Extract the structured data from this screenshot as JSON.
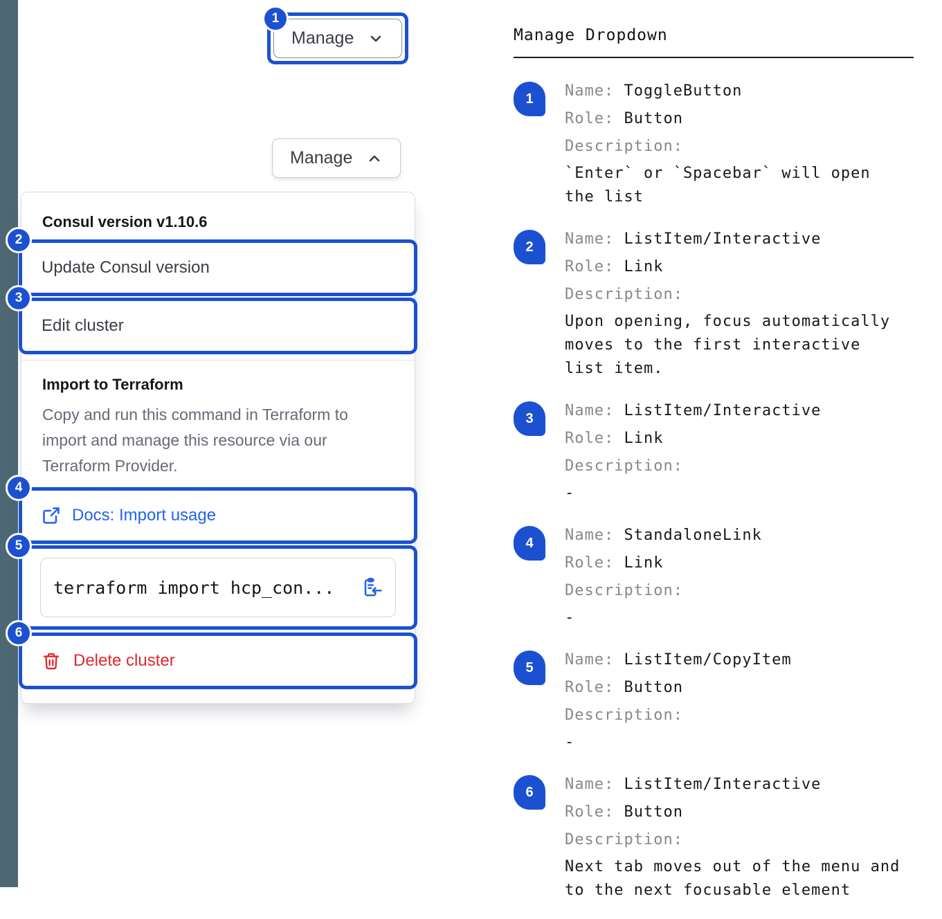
{
  "demo": {
    "toggle_button": {
      "label": "Manage",
      "icon": "chevron-down-icon"
    },
    "toggle_button_open": {
      "label": "Manage",
      "icon": "chevron-up-icon"
    },
    "menu": {
      "version_header": "Consul version v1.10.6",
      "update_item": "Update Consul version",
      "edit_item": "Edit cluster",
      "import_header": "Import to Terraform",
      "import_description": "Copy and run this command in Terraform to import and manage this resource via our Terraform Provider.",
      "docs_link": "Docs: Import usage",
      "docs_link_icon": "external-link-icon",
      "copy_command": "terraform import hcp_con...",
      "copy_icon": "clipboard-copy-icon",
      "delete_item": "Delete cluster",
      "delete_icon": "trash-icon"
    }
  },
  "legend": {
    "title": "Manage Dropdown",
    "labels": {
      "name": "Name:",
      "role": "Role:",
      "description": "Description:"
    },
    "items": [
      {
        "number": "1",
        "name": "ToggleButton",
        "role": "Button",
        "description": "`Enter` or `Spacebar` will open the list"
      },
      {
        "number": "2",
        "name": "ListItem/Interactive",
        "role": "Link",
        "description": "Upon opening, focus automatically moves to the first interactive list item."
      },
      {
        "number": "3",
        "name": "ListItem/Interactive",
        "role": "Link",
        "description": "-"
      },
      {
        "number": "4",
        "name": "StandaloneLink",
        "role": "Link",
        "description": "-"
      },
      {
        "number": "5",
        "name": "ListItem/CopyItem",
        "role": "Button",
        "description": "-"
      },
      {
        "number": "6",
        "name": "ListItem/Interactive",
        "role": "Button",
        "description": "Next tab moves out of the menu and to the next focusable element"
      }
    ]
  },
  "colors": {
    "annotation_blue": "#1b51d1",
    "link_blue": "#2263f0",
    "danger_red": "#e12730",
    "left_rail": "#4e6873"
  }
}
